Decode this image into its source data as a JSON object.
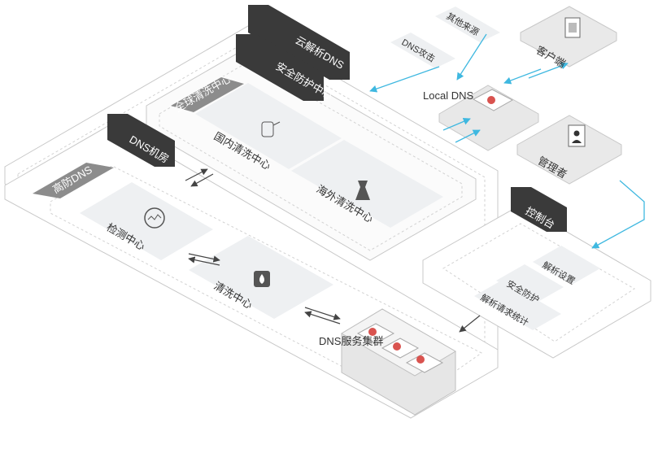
{
  "labels": {
    "cloud_dns": "云解析DNS",
    "security_center": "安全防护中心",
    "global_scrub": "全球清洗中心",
    "domestic_scrub": "国内清洗中心",
    "overseas_scrub": "海外清洗中心",
    "dns_room": "DNS机房",
    "ddos_dns": "高防DNS",
    "detect_center": "检测中心",
    "clean_center": "清洗中心",
    "dns_cluster": "DNS服务集群",
    "local_dns": "Local DNS",
    "other_source": "其他来源",
    "dns_attack": "DNS攻击",
    "client": "客户端",
    "admin": "管理者",
    "console": "控制台",
    "resolve_settings": "解析设置",
    "security": "安全防护",
    "resolve_stats": "解析请求统计"
  },
  "colors": {
    "dark_tag": "#3a3a3a",
    "grey_tag": "#8c8c8c",
    "tile": "#f0f1f3",
    "arrow_cyan": "#3fb8e0",
    "server_red": "#d9534f"
  }
}
